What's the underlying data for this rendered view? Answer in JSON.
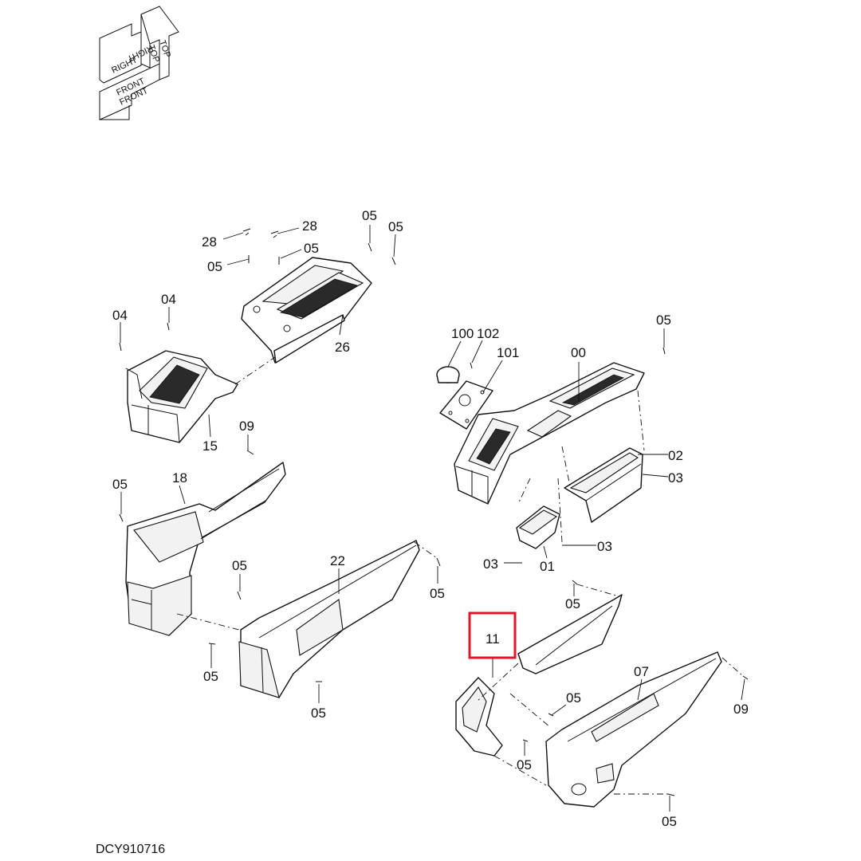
{
  "orientation": {
    "labels": [
      "TOP",
      "TOP",
      "RIGHT",
      "RIGHT",
      "FRONT",
      "FRONT"
    ]
  },
  "diagram_id": "DCY910716",
  "highlight": {
    "label": "11",
    "color": "#e0152a"
  },
  "callouts": {
    "c28a": "28",
    "c28b": "28",
    "c05a": "05",
    "c05b": "05",
    "c05c": "05",
    "c05d": "05",
    "c04a": "04",
    "c04b": "04",
    "c26": "26",
    "c15": "15",
    "c100": "100",
    "c102": "102",
    "c101": "101",
    "c00": "00",
    "c05e": "05",
    "c02": "02",
    "c03a": "03",
    "c03b": "03",
    "c03c": "03",
    "c01": "01",
    "c09a": "09",
    "c18": "18",
    "c05f": "05",
    "c05g": "05",
    "c22": "22",
    "c05h": "05",
    "c05i": "05",
    "c05j": "05",
    "c05k": "05",
    "c11": "11",
    "c07": "07",
    "c05l": "05",
    "c09b": "09",
    "c05m": "05",
    "c05n": "05"
  }
}
